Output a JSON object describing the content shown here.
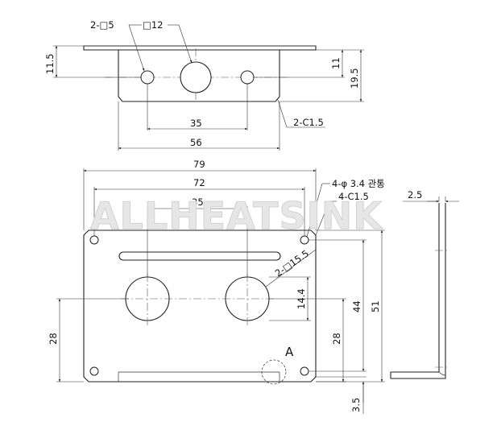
{
  "watermark": "ALLHEATSINK",
  "top_view": {
    "hole_label": "2-□5",
    "center_hole_label": "□12",
    "chamfer_label": "2-C1.5",
    "dim_spacing": "35",
    "dim_width": "56",
    "dim_left_height": "11.5",
    "dim_right_inner": "11",
    "dim_right_outer": "19.5"
  },
  "front_view": {
    "dim_overall": "79",
    "dim_hole_span": "72",
    "dim_big_spacing": "35",
    "hole_callout": "4-φ 3.4 관통",
    "chamfer_callout": "4-C1.5",
    "big_hole_callout": "2-□15.5",
    "dim_big_hole_vertical": "14.4",
    "dim_left_height": "28",
    "dim_right_height": "28",
    "dim_hole_vspan": "44",
    "dim_overall_height": "51",
    "dim_bottom_offset": "3.5",
    "view_marker": "A"
  },
  "side_view": {
    "dim_thickness": "2.5"
  }
}
